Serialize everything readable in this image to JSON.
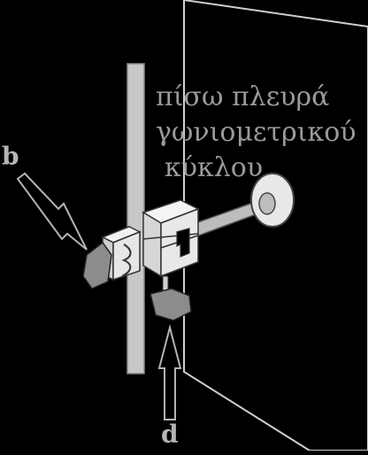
{
  "labels": {
    "caption_line1": "πίσω πλευρά",
    "caption_line2": "γωνιομετρικού",
    "caption_line3": "κύκλου",
    "marker_b": "b",
    "marker_d": "d"
  },
  "colors": {
    "background": "#000000",
    "rod": "#c8c8c8",
    "block": "#e6e6e6",
    "text": "#9a9a9a",
    "marker": "#b4b4b4",
    "knob": "#8c8c8c"
  }
}
